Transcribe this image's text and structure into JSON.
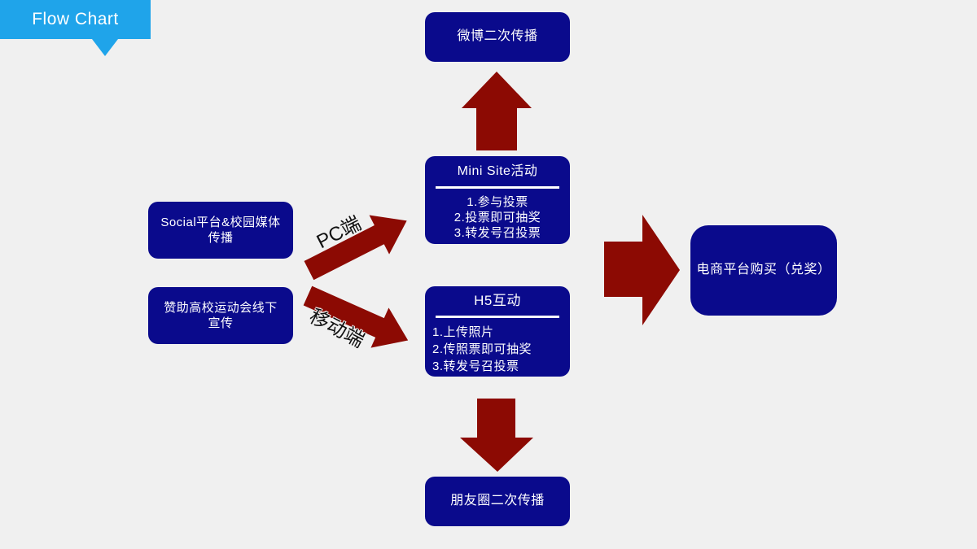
{
  "banner": {
    "label": "Flow Chart"
  },
  "colors": {
    "background": "#F0F0F0",
    "banner_fill": "#1FA4EA",
    "box_fill": "#0A0A8C",
    "box_text": "#FFFFFF",
    "arrow_fill": "#8C0A03",
    "arrow_label_text": "#111111"
  },
  "boxes": {
    "weibo": {
      "label": "微博二次传播"
    },
    "minisite": {
      "title": "Mini Site活动",
      "items": [
        "1.参与投票",
        "2.投票即可抽奖",
        "3.转发号召投票"
      ]
    },
    "h5": {
      "title": "H5互动",
      "items": [
        "1.上传照片",
        "2.传照票即可抽奖",
        "3.转发号召投票"
      ]
    },
    "social": {
      "line1": "Social平台&校园媒体",
      "line2": "传播"
    },
    "sponsor": {
      "line1": "赞助高校运动会线下",
      "line2": "宣传"
    },
    "ecommerce": {
      "label": "电商平台购买（兑奖）"
    },
    "moments": {
      "label": "朋友圈二次传播"
    }
  },
  "arrow_labels": {
    "pc": "PC端",
    "mobile": "移动端"
  }
}
